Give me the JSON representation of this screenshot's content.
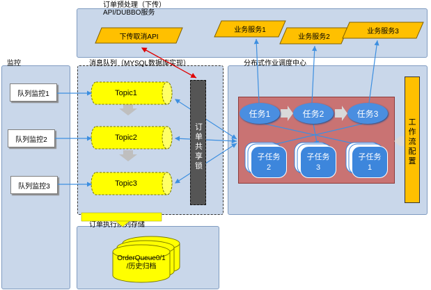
{
  "top_panel": {
    "title_line1": "订单预处理（下传）",
    "title_line2": "API/DUBBO服务",
    "cancel_api": "下传取消API",
    "services": [
      "业务服务1",
      "业务服务2",
      "业务服务3"
    ]
  },
  "monitor": {
    "title": "监控",
    "items": [
      "队列监控1",
      "队列监控2",
      "队列监控3"
    ]
  },
  "queue": {
    "title": "消息队列（MYSQL数据库实现）",
    "topics": [
      "Topic1",
      "Topic2",
      "Topic3"
    ],
    "lock_chars": [
      "订",
      "单",
      "共",
      "享",
      "锁"
    ]
  },
  "scheduler": {
    "title": "分布式作业调度中心",
    "tasks": [
      "任务1",
      "任务2",
      "任务3"
    ],
    "subtasks": [
      {
        "line1": "子任务",
        "line2": "2"
      },
      {
        "line1": "子任务",
        "line2": "3"
      },
      {
        "line1": "子任务",
        "line2": "1"
      }
    ],
    "workflow_chars": [
      "工",
      "作",
      "流",
      "配",
      "置"
    ]
  },
  "storage": {
    "title": "订单执行队列存储",
    "db_line1": "OrderQueue0/1",
    "db_line2": "/历史归档"
  },
  "colors": {
    "panel": "#c9d7ea",
    "topic_yellow": "#ffff00",
    "service_orange": "#ffc000",
    "task_blue": "#4a8ee0",
    "scheduler_red": "#c97373",
    "arrow_blue": "#3d8fe0",
    "arrow_red": "#e00000"
  }
}
